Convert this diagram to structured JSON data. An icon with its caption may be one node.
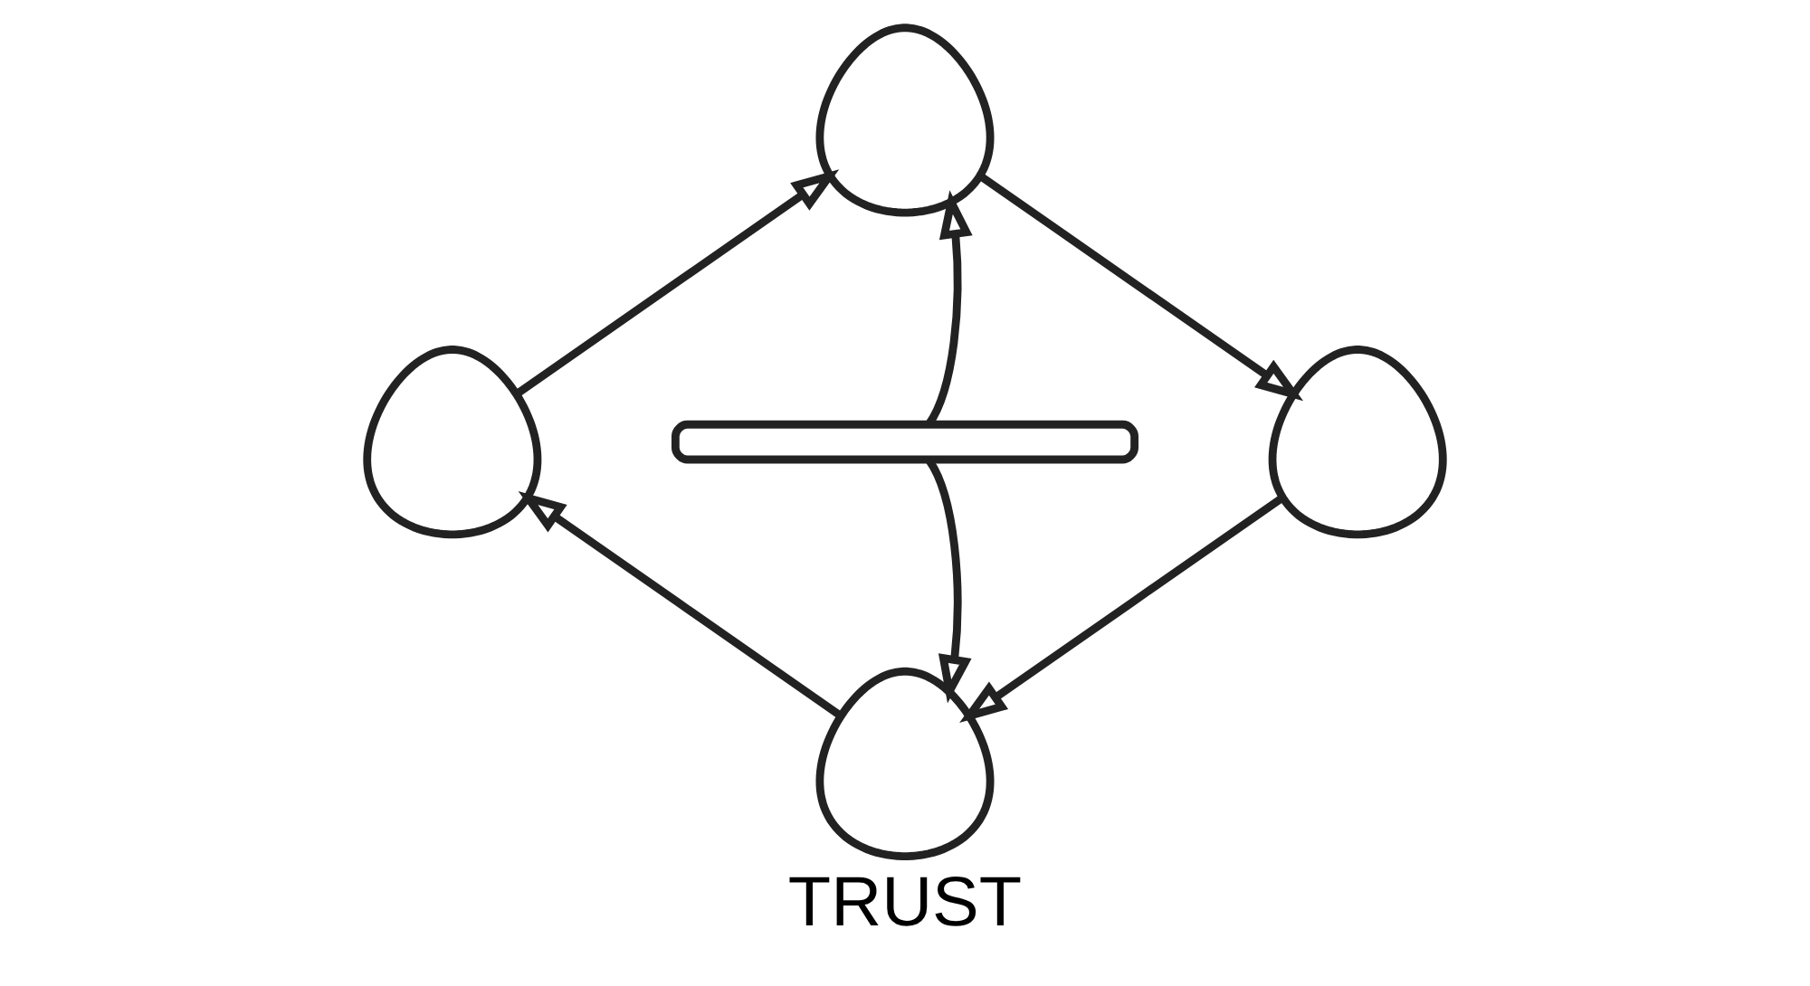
{
  "diagram": {
    "caption": "TRUST",
    "nodes": [
      {
        "text": [],
        "shape": "person"
      },
      {
        "text": [],
        "shape": "person"
      },
      {
        "text": [],
        "shape": "person"
      },
      {
        "text": [],
        "shape": "person"
      },
      {
        "text": [],
        "shape": "bar"
      }
    ],
    "edges": [
      {
        "from": 3,
        "to": 0,
        "arrow": "to"
      },
      {
        "from": 0,
        "to": 1,
        "arrow": "to"
      },
      {
        "from": 1,
        "to": 2,
        "arrow": "to"
      },
      {
        "from": 2,
        "to": 3,
        "arrow": "to"
      },
      {
        "from": 4,
        "to": 0,
        "arrow": "to"
      },
      {
        "from": 4,
        "to": 2,
        "arrow": "to"
      }
    ]
  }
}
